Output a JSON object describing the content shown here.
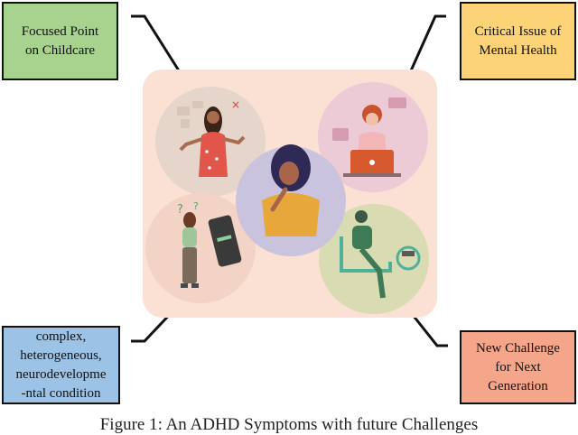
{
  "boxes": {
    "top_left": {
      "lines": [
        "Focused Point",
        "on Childcare"
      ],
      "color": "#a8d38f"
    },
    "top_right": {
      "lines": [
        "Critical Issue of",
        "Mental Health"
      ],
      "color": "#fcd377"
    },
    "bottom_left": {
      "lines": [
        "complex,",
        "heterogeneous,",
        "neurodevelopme",
        "-ntal condition"
      ],
      "color": "#9cc2e6"
    },
    "bottom_right": {
      "lines": [
        "New Challenge",
        "for Next",
        "Generation"
      ],
      "color": "#f5a68a"
    }
  },
  "caption": "Figure 1: An ADHD Symptoms with future Challenges",
  "colors": {
    "panel": "#fbe1d4",
    "circle_top_left": "#e5d5ca",
    "circle_top_right": "#eccad6",
    "circle_center": "#c9c3dd",
    "circle_bottom_left": "#f3d3c5",
    "circle_bottom_right": "#d9dbb2"
  }
}
